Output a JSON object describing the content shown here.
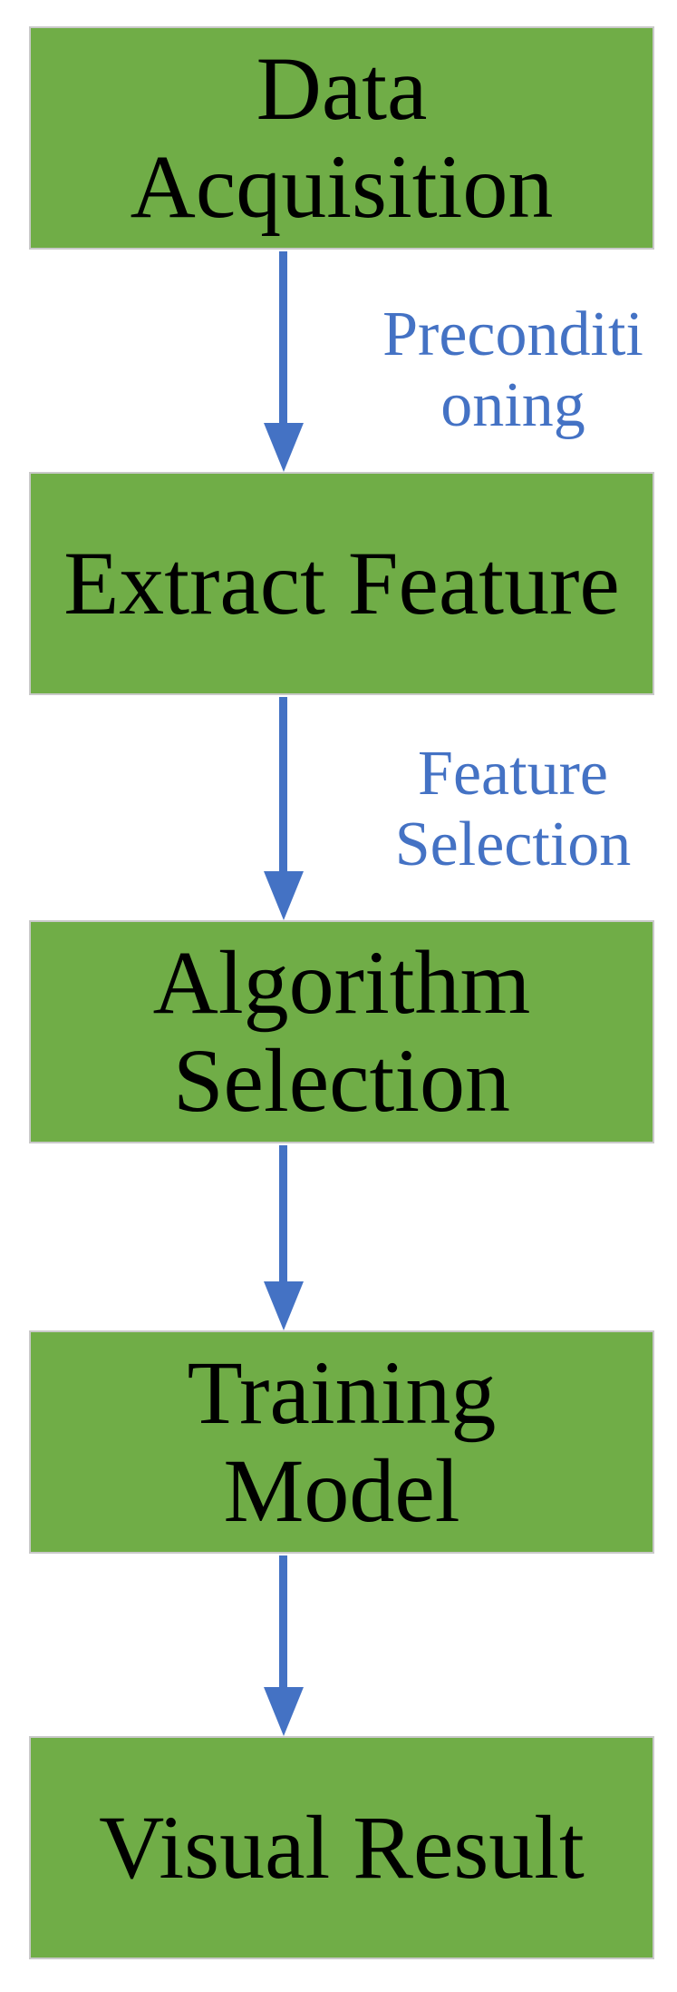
{
  "diagram": {
    "title": "machine-learning-workflow-flowchart",
    "colors": {
      "box_fill": "#70ad47",
      "box_border": "#c9c9c9",
      "arrow_color": "#4472c4",
      "label_color": "#4472c4",
      "node_text": "#000000",
      "background": "#ffffff"
    },
    "nodes": [
      {
        "id": "data-acquisition",
        "text": "Data\nAcquisition"
      },
      {
        "id": "extract-feature",
        "text": "Extract Feature"
      },
      {
        "id": "algorithm-selection",
        "text": "Algorithm\nSelection"
      },
      {
        "id": "training-model",
        "text": "Training\nModel"
      },
      {
        "id": "visual-result",
        "text": "Visual Result"
      }
    ],
    "edges": [
      {
        "from": "data-acquisition",
        "to": "extract-feature",
        "label": "Preconditi\noning"
      },
      {
        "from": "extract-feature",
        "to": "algorithm-selection",
        "label": "Feature\nSelection"
      },
      {
        "from": "algorithm-selection",
        "to": "training-model",
        "label": ""
      },
      {
        "from": "training-model",
        "to": "visual-result",
        "label": ""
      }
    ]
  }
}
